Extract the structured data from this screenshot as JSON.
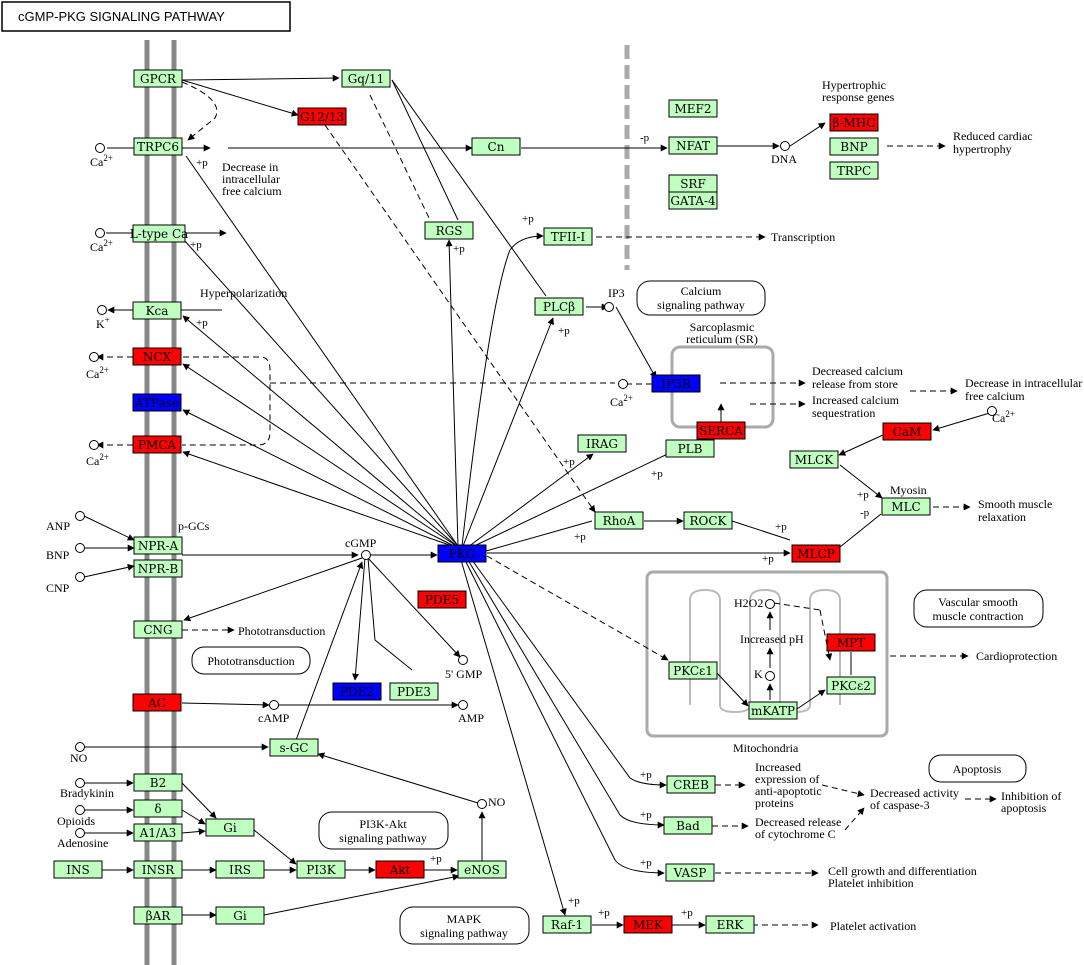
{
  "title": "cGMP-PKG  SIGNALING PATHWAY",
  "colors": {
    "green": "#bfffbf",
    "red": "#ff0000",
    "blue": "#0000ff",
    "membrane": "#888888",
    "box_outline": "#aaaaaa"
  },
  "nodes": {
    "gpcr": "GPCR",
    "gq11": "Gq/11",
    "g1213": "G12/13",
    "trpc6": "TRPC6",
    "cn": "Cn",
    "mef2": "MEF2",
    "nfat": "NFAT",
    "srf": "SRF",
    "gata4": "GATA-4",
    "bmhc": "β-MHC",
    "bnp_gene": "BNP",
    "trpc_gene": "TRPC",
    "ltype": "L-type Ca",
    "rgs": "RGS",
    "tfii": "TFII-I",
    "kca": "Kca",
    "plcb": "PLCβ",
    "ncx": "NCX",
    "ip3r": "IP3R",
    "atpase": "ATPase",
    "pmca": "PMCA",
    "serca": "SERCA",
    "irag": "IRAG",
    "plb": "PLB",
    "cam": "CaM",
    "mlck": "MLCK",
    "mlc": "MLC",
    "npra": "NPR-A",
    "nprb": "NPR-B",
    "pkg": "PKG",
    "rhoa": "RhoA",
    "rock": "ROCK",
    "mlcp": "MLCP",
    "pde5": "PDE5",
    "cng": "CNG",
    "pde2": "PDE2",
    "pde3": "PDE3",
    "pkce1": "PKCε1",
    "pkce2": "PKCε2",
    "mpt": "MPT",
    "mkatp": "mKATP",
    "ac": "AC",
    "sgc": "s-GC",
    "b2": "B2",
    "delta": "δ",
    "a1a3": "A1/A3",
    "gi1": "Gi",
    "creb": "CREB",
    "bad": "Bad",
    "ins": "INS",
    "insr": "INSR",
    "irs": "IRS",
    "pi3k": "PI3K",
    "akt": "Akt",
    "enos": "eNOS",
    "vasp": "VASP",
    "bar": "βAR",
    "gi2": "Gi",
    "raf1": "Raf-1",
    "mek": "MEK",
    "erk": "ERK"
  },
  "labels": {
    "hypertrophic": [
      "Hypertrophic",
      "response genes"
    ],
    "reduced_hyp": [
      "Reduced cardiac",
      "hypertrophy"
    ],
    "dna": "DNA",
    "decrease_calcium": [
      "Decrease in",
      "intracellular",
      "free calcium"
    ],
    "transcription": "Transcription",
    "hyperpolarization": "Hyperpolarization",
    "ip3": "IP3",
    "sr": [
      "Sarcoplasmic",
      "reticulum (SR)"
    ],
    "dec_release": [
      "Decreased calcium",
      "release from store"
    ],
    "inc_seq": [
      "Increased calcium",
      "sequestration"
    ],
    "dec_intra": [
      "Decrease in intracellular",
      "free calcium"
    ],
    "myosin": "Myosin",
    "smooth_relax": [
      "Smooth muscle",
      "relaxation"
    ],
    "anp": "ANP",
    "bnp": "BNP",
    "cnp": "CNP",
    "pgcs": "p-GCs",
    "cgmp": "cGMP",
    "phototransduction": "Phototransduction",
    "gmp5": "5' GMP",
    "camp": "cAMP",
    "amp": "AMP",
    "h2o2": "H2O2",
    "inc_ph": "Increased pH",
    "k": "K",
    "cardioprotection": "Cardioprotection",
    "mitochondria": "Mitochondria",
    "no": "NO",
    "bradykinin": "Bradykinin",
    "opioids": "Opioids",
    "adenosine": "Adenosine",
    "anti_apop": [
      "Increased",
      "expression of",
      "anti-apoptotic",
      "proteins"
    ],
    "dec_caspase": [
      "Decreased activity",
      "of caspase-3"
    ],
    "inhib_apop": [
      "Inhibition of",
      "apoptosis"
    ],
    "dec_cytc": [
      "Decreased release",
      "of cytochrome C"
    ],
    "cell_growth": [
      "Cell growth and differentiation",
      "Platelet inhibition"
    ],
    "platelet": "Platelet activation",
    "ca": "Ca",
    "ca_sup": "2+",
    "k_sup": "+",
    "p": "+p",
    "mp": "-p"
  },
  "pathways": {
    "calcium": [
      "Calcium",
      "signaling pathway"
    ],
    "photo": "Phototransduction",
    "vascular": [
      "Vascular smooth",
      "muscle contraction"
    ],
    "apoptosis": "Apoptosis",
    "pi3k": [
      "PI3K-Akt",
      "signaling pathway"
    ],
    "mapk": [
      "MAPK",
      "signaling pathway"
    ]
  }
}
